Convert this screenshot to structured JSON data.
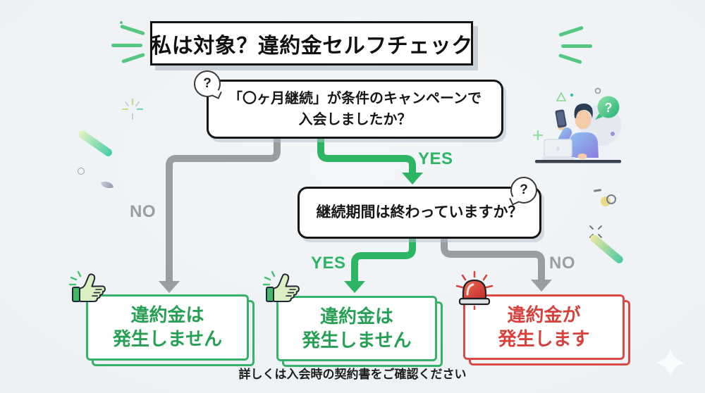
{
  "meta": {
    "type": "flowchart-infographic",
    "language": "ja"
  },
  "palette": {
    "background": "#eef1f4",
    "ink": "#1b1b1b",
    "green_arrow": "#2eb563",
    "green_text": "#27a055",
    "green_border": "#36b269",
    "red_text": "#d6413c",
    "red_border": "#d84b45",
    "gray_arrow": "#9b9da0"
  },
  "title": {
    "text": "私は対象？違約金セルフチェック"
  },
  "bubble": {
    "glyph": "?"
  },
  "flow": {
    "q1": {
      "line1": "「〇ヶ月継続」が条件のキャンペーンで",
      "line2": "入会しましたか？",
      "icon": "question-bubble-icon"
    },
    "q2": {
      "text": "継続期間は終わっていますか？",
      "icon": "question-bubble-icon"
    },
    "labels": {
      "q1_yes": "YES",
      "q1_no": "NO",
      "q2_yes": "YES",
      "q2_no": "NO"
    },
    "results": [
      {
        "line1": "違約金は",
        "line2": "発生しません",
        "tone": "positive",
        "icon": "thumbs-up-icon"
      },
      {
        "line1": "違約金は",
        "line2": "発生しません",
        "tone": "positive",
        "icon": "thumbs-up-icon"
      },
      {
        "line1": "違約金が",
        "line2": "発生します",
        "tone": "negative",
        "icon": "siren-icon"
      }
    ]
  },
  "footnote": {
    "text": "詳しくは入会時の契約書をご確認ください"
  },
  "illustration": {
    "description": "person-with-phone-and-laptop",
    "bubble_glyph": "?"
  }
}
